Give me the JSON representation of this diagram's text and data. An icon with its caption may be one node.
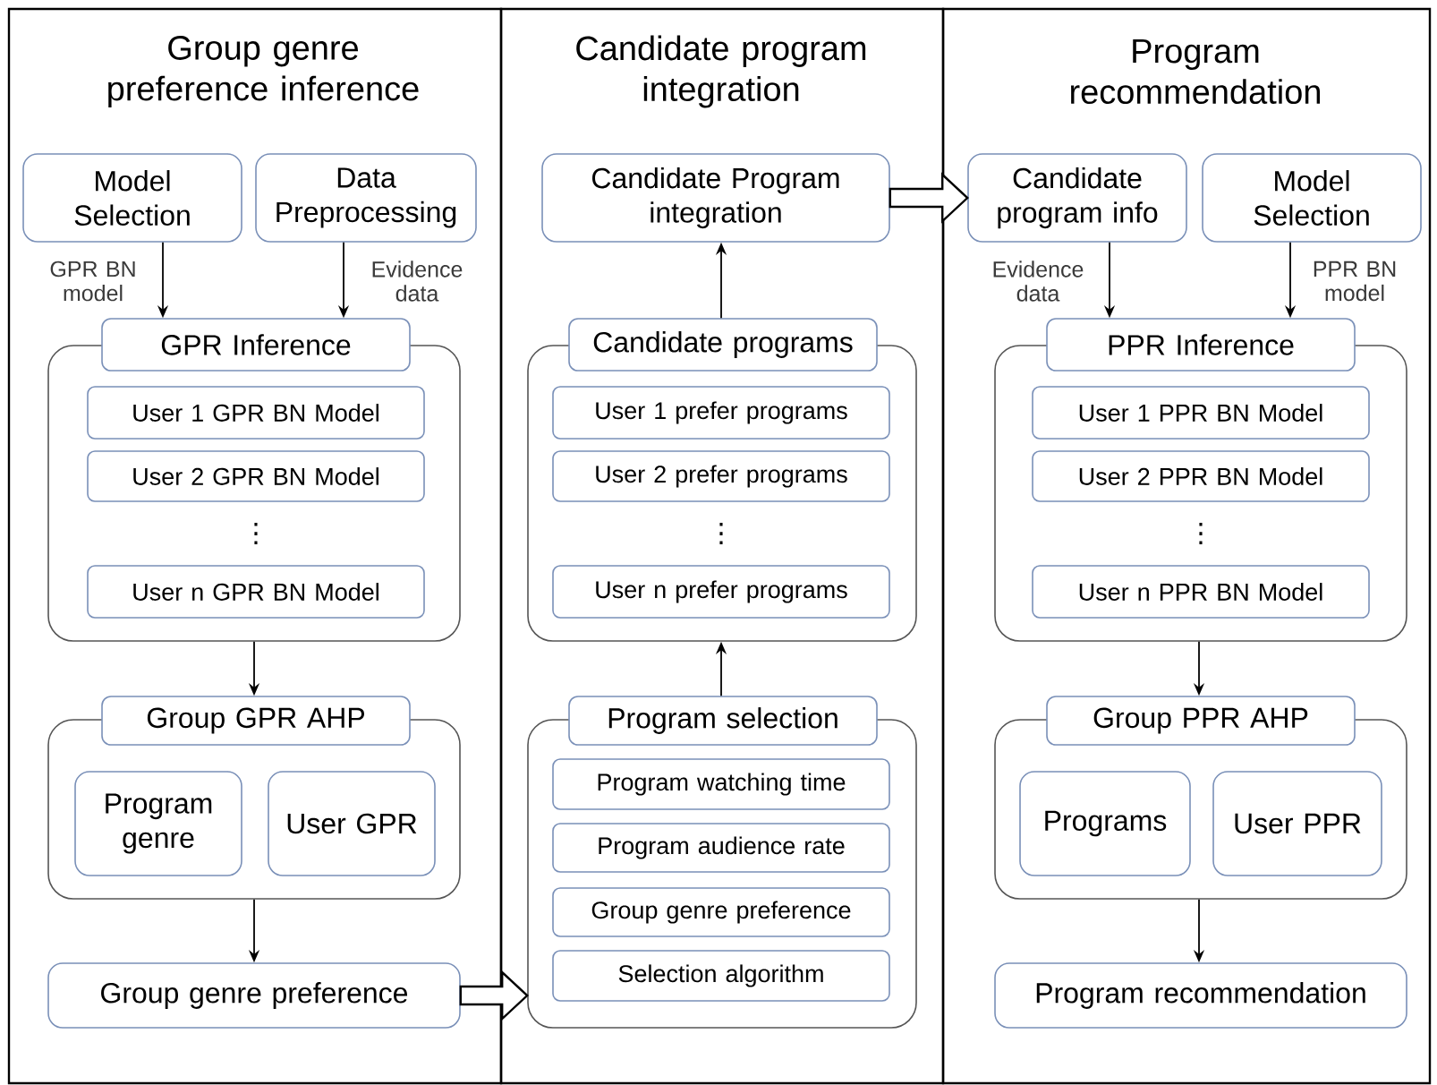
{
  "diagram": {
    "nodes": [
      {
        "text": [
          "Group genre preference inference"
        ]
      },
      {
        "text": [
          "Model Selection"
        ],
        "in": 0
      },
      {
        "text": [
          "Data Preprocessing"
        ],
        "in": 0
      },
      {
        "text": [
          "GPR Inference"
        ],
        "in": 0
      },
      {
        "text": [],
        "shape": "box",
        "in": 0
      },
      {
        "text": [
          "User 1 GPR BN Model"
        ],
        "in": 4
      },
      {
        "text": [
          "User 2 GPR BN Model"
        ],
        "in": 4
      },
      {
        "text": [
          "User n GPR BN Model"
        ],
        "in": 4
      },
      {
        "text": [
          "Group GPR AHP"
        ],
        "in": 0
      },
      {
        "text": [],
        "shape": "box",
        "in": 0
      },
      {
        "text": [
          "Program genre"
        ],
        "in": 9
      },
      {
        "text": [
          "User GPR"
        ],
        "in": 9
      },
      {
        "text": [
          "Group genre preference"
        ],
        "in": 0
      },
      {
        "text": [
          "Candidate program integration"
        ]
      },
      {
        "text": [
          "Candidate Program integration"
        ],
        "in": 13
      },
      {
        "text": [
          "Candidate programs"
        ],
        "in": 13
      },
      {
        "text": [],
        "shape": "box",
        "in": 13
      },
      {
        "text": [
          "User 1 prefer programs"
        ],
        "in": 16
      },
      {
        "text": [
          "User 2 prefer programs"
        ],
        "in": 16
      },
      {
        "text": [
          "User n prefer programs"
        ],
        "in": 16
      },
      {
        "text": [
          "Program selection"
        ],
        "in": 13
      },
      {
        "text": [],
        "shape": "box",
        "in": 13
      },
      {
        "text": [
          "Program watching time"
        ],
        "in": 21
      },
      {
        "text": [
          "Program audience rate"
        ],
        "in": 21
      },
      {
        "text": [
          "Group genre preference"
        ],
        "in": 21
      },
      {
        "text": [
          "Selection algorithm"
        ],
        "in": 21
      },
      {
        "text": [
          "Program recommendation"
        ]
      },
      {
        "text": [
          "Candidate program info"
        ],
        "in": 26
      },
      {
        "text": [
          "Model Selection"
        ],
        "in": 26
      },
      {
        "text": [
          "PPR Inference"
        ],
        "in": 26
      },
      {
        "text": [],
        "shape": "box",
        "in": 26
      },
      {
        "text": [
          "User 1 PPR BN Model"
        ],
        "in": 30
      },
      {
        "text": [
          "User 2 PPR BN Model"
        ],
        "in": 30
      },
      {
        "text": [
          "User n PPR BN Model"
        ],
        "in": 30
      },
      {
        "text": [
          "Group PPR AHP"
        ],
        "in": 26
      },
      {
        "text": [],
        "shape": "box",
        "in": 26
      },
      {
        "text": [
          "Programs"
        ],
        "in": 35
      },
      {
        "text": [
          "User PPR"
        ],
        "in": 35
      },
      {
        "text": [
          "Program recommendation"
        ],
        "in": 26
      }
    ],
    "edges": [
      {
        "from": 1,
        "to": 3,
        "arrow": "to",
        "label": "GPR BN model"
      },
      {
        "from": 2,
        "to": 3,
        "arrow": "to",
        "label": "Evidence data"
      },
      {
        "from": 4,
        "to": 8,
        "arrow": "to"
      },
      {
        "from": 9,
        "to": 12,
        "arrow": "to"
      },
      {
        "from": 12,
        "to": 21,
        "arrow": "to",
        "style": "thick"
      },
      {
        "from": 20,
        "to": 16,
        "arrow": "to"
      },
      {
        "from": 15,
        "to": 14,
        "arrow": "to"
      },
      {
        "from": 14,
        "to": 27,
        "arrow": "to",
        "style": "thick"
      },
      {
        "from": 27,
        "to": 29,
        "arrow": "to",
        "label": "Evidence data"
      },
      {
        "from": 28,
        "to": 29,
        "arrow": "to",
        "label": "PPR BN model"
      },
      {
        "from": 30,
        "to": 34,
        "arrow": "to"
      },
      {
        "from": 35,
        "to": 38,
        "arrow": "to"
      }
    ],
    "labels": [
      "⋮",
      "⋮",
      "⋮"
    ]
  }
}
